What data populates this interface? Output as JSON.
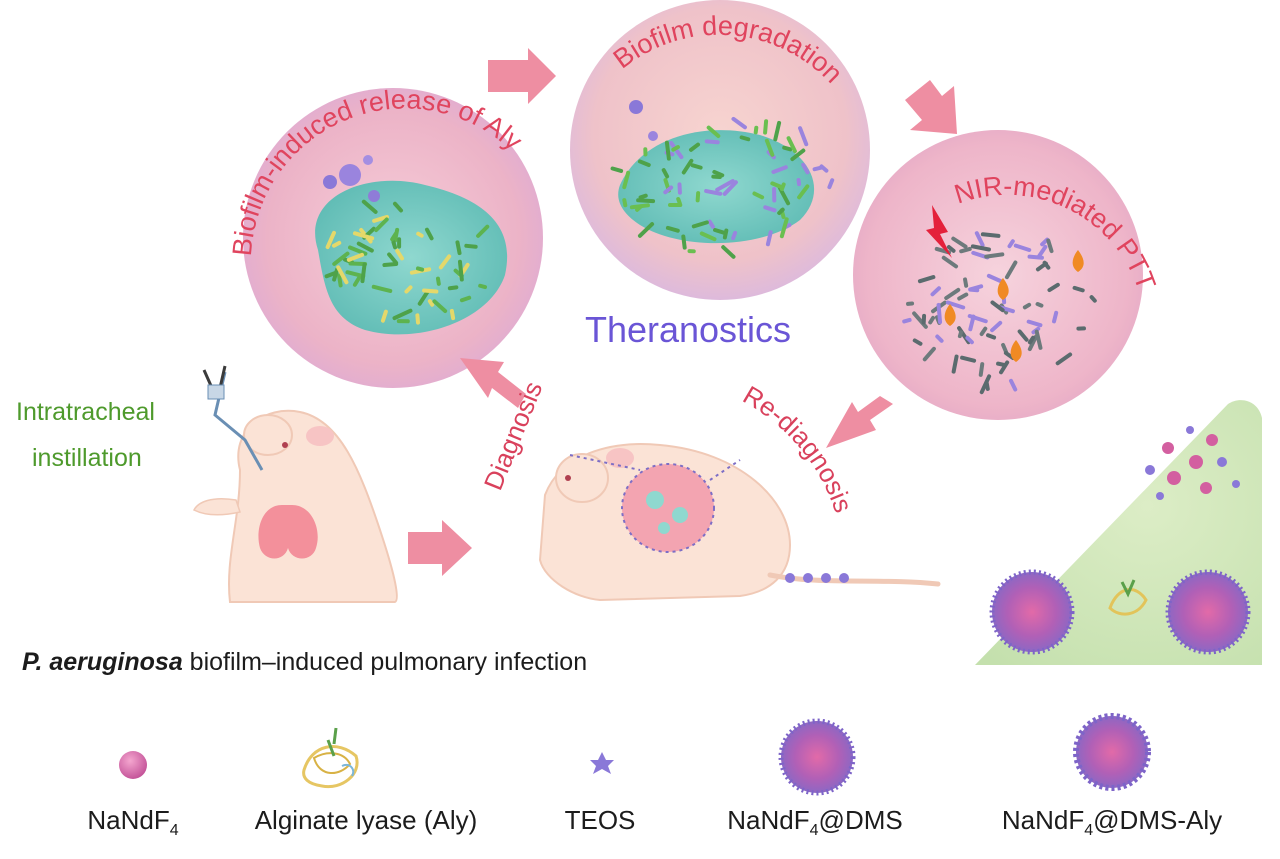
{
  "stages": {
    "release": "Biofilm-induced release of Aly",
    "degradation": "Biofilm degradation",
    "ptt": "NIR-mediated PTT"
  },
  "center_label": "Theranostics",
  "steps": {
    "diagnosis": "Diagnosis",
    "rediagnosis": "Re-diagnosis"
  },
  "instillation": {
    "line1": "Intratracheal",
    "line2": "instillation"
  },
  "caption": {
    "species": "P. aeruginosa",
    "rest": " biofilm–induced pulmonary infection"
  },
  "legend": [
    {
      "icon": "nanoparticle-sphere",
      "label_main": "NaNdF",
      "label_sub": "4",
      "label_tail": ""
    },
    {
      "icon": "enzyme-ribbon",
      "label_main": "Alginate lyase (Aly)",
      "label_sub": "",
      "label_tail": ""
    },
    {
      "icon": "teos-star",
      "label_main": "TEOS",
      "label_sub": "",
      "label_tail": ""
    },
    {
      "icon": "coated-nanoparticle",
      "label_main": "NaNdF",
      "label_sub": "4",
      "label_tail": "@DMS"
    },
    {
      "icon": "loaded-nanoparticle",
      "label_main": "NaNdF",
      "label_sub": "4",
      "label_tail": "@DMS-Aly"
    }
  ],
  "colors": {
    "stage_title": "#e0445e",
    "center": "#6a55d6",
    "instillation": "#4e9a2c",
    "arrow": "#ee8ea2",
    "panel": "#cfe6b8"
  }
}
